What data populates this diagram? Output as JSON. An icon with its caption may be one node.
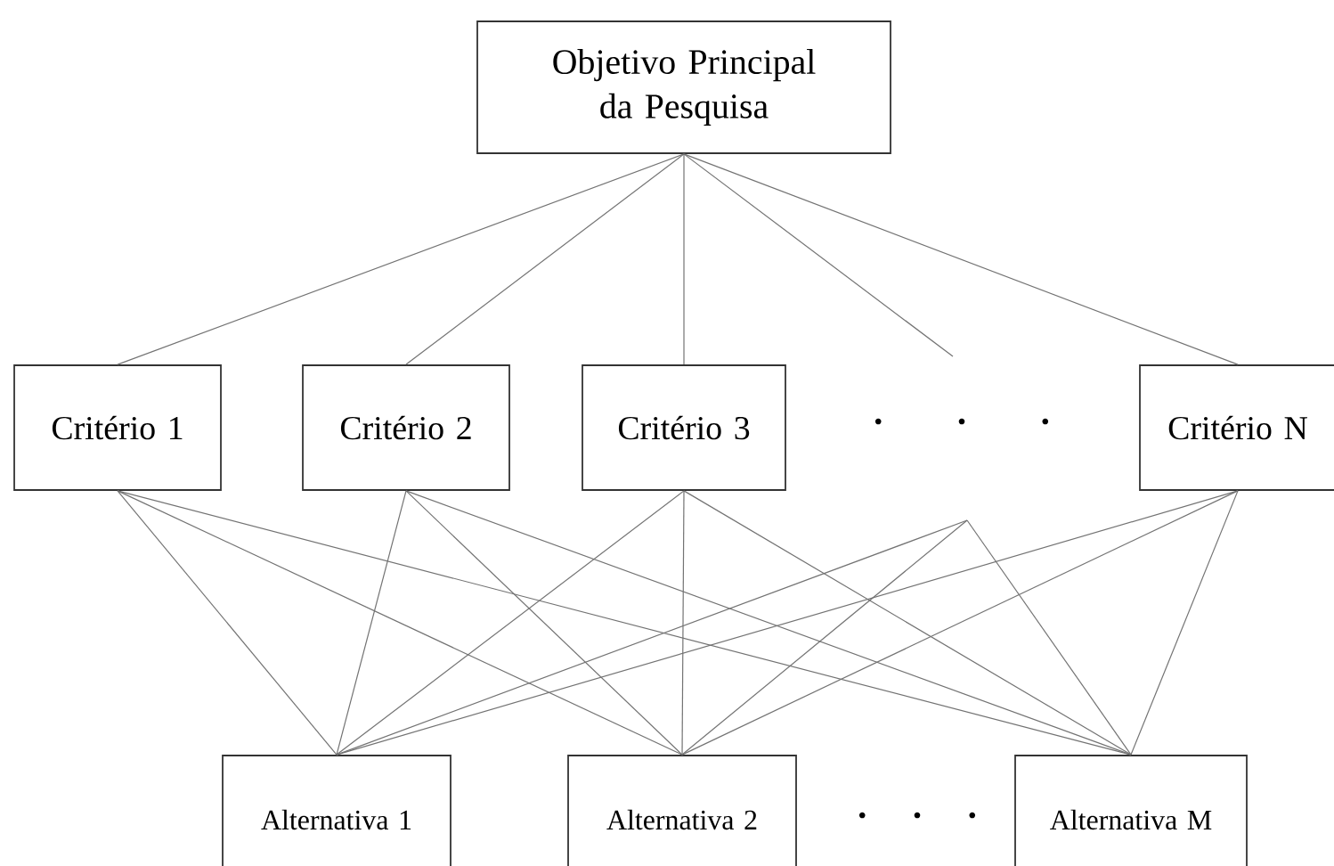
{
  "diagram": {
    "nodes": [
      {
        "text": [
          "Objetivo Principal da Pesquisa"
        ]
      },
      {
        "text": [
          "Critério 1"
        ]
      },
      {
        "text": [
          "Critério 2"
        ]
      },
      {
        "text": [
          "Critério 3"
        ]
      },
      {
        "text": [
          "Critério N"
        ]
      },
      {
        "text": [
          "Alternativa 1"
        ]
      },
      {
        "text": [
          "Alternativa 2"
        ]
      },
      {
        "text": [
          "Alternativa M"
        ]
      }
    ],
    "edges": [
      {
        "from": 0,
        "to": 1,
        "arrow": "none"
      },
      {
        "from": 0,
        "to": 2,
        "arrow": "none"
      },
      {
        "from": 0,
        "to": 3,
        "arrow": "none"
      },
      {
        "from": 0,
        "to": null,
        "arrow": "none"
      },
      {
        "from": 0,
        "to": 4,
        "arrow": "none"
      },
      {
        "from": 1,
        "to": 5,
        "arrow": "none"
      },
      {
        "from": 1,
        "to": 6,
        "arrow": "none"
      },
      {
        "from": 1,
        "to": 7,
        "arrow": "none"
      },
      {
        "from": 2,
        "to": 5,
        "arrow": "none"
      },
      {
        "from": 2,
        "to": 6,
        "arrow": "none"
      },
      {
        "from": 2,
        "to": 7,
        "arrow": "none"
      },
      {
        "from": 3,
        "to": 5,
        "arrow": "none"
      },
      {
        "from": 3,
        "to": 6,
        "arrow": "none"
      },
      {
        "from": 3,
        "to": 7,
        "arrow": "none"
      },
      {
        "from": 4,
        "to": 5,
        "arrow": "none"
      },
      {
        "from": 4,
        "to": 6,
        "arrow": "none"
      },
      {
        "from": 4,
        "to": 7,
        "arrow": "none"
      },
      {
        "from": null,
        "to": 5,
        "arrow": "none"
      },
      {
        "from": null,
        "to": 6,
        "arrow": "none"
      },
      {
        "from": null,
        "to": 7,
        "arrow": "none"
      }
    ],
    "labels": [
      "• • •",
      "• • •"
    ]
  }
}
